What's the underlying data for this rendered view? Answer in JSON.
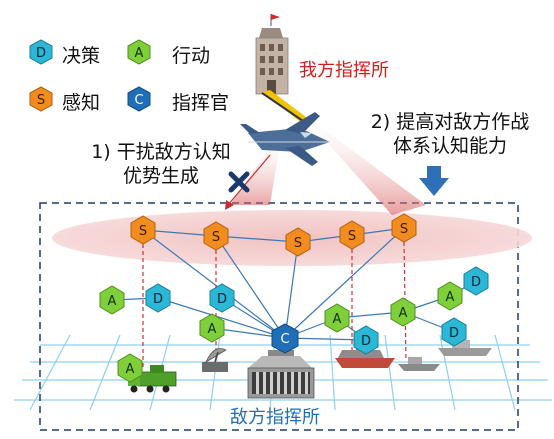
{
  "legend": {
    "decision": {
      "letter": "D",
      "label": "决策"
    },
    "action": {
      "letter": "A",
      "label": "行动"
    },
    "sense": {
      "letter": "S",
      "label": "感知"
    },
    "command": {
      "letter": "C",
      "label": "指挥官"
    }
  },
  "labels": {
    "own_command": "我方指挥所",
    "enemy_command": "敌方指挥所",
    "annotation_left_line1": "1) 干扰敌方认知",
    "annotation_left_line2": "优势生成",
    "annotation_right_line1": "2) 提高对敌方作战",
    "annotation_right_line2": "体系认知能力"
  },
  "colors": {
    "decision": "#2bb7d6",
    "action": "#7fcf3a",
    "sense": "#f28c1e",
    "command": "#1f6fb8",
    "own_command_text": "#d51c1c",
    "enemy_command_text": "#1f6fb8",
    "sensing_band": "#f2c8c8",
    "beam": "#e5a0a0",
    "grid": "#7ec4e0",
    "links": "#3a78b8"
  }
}
